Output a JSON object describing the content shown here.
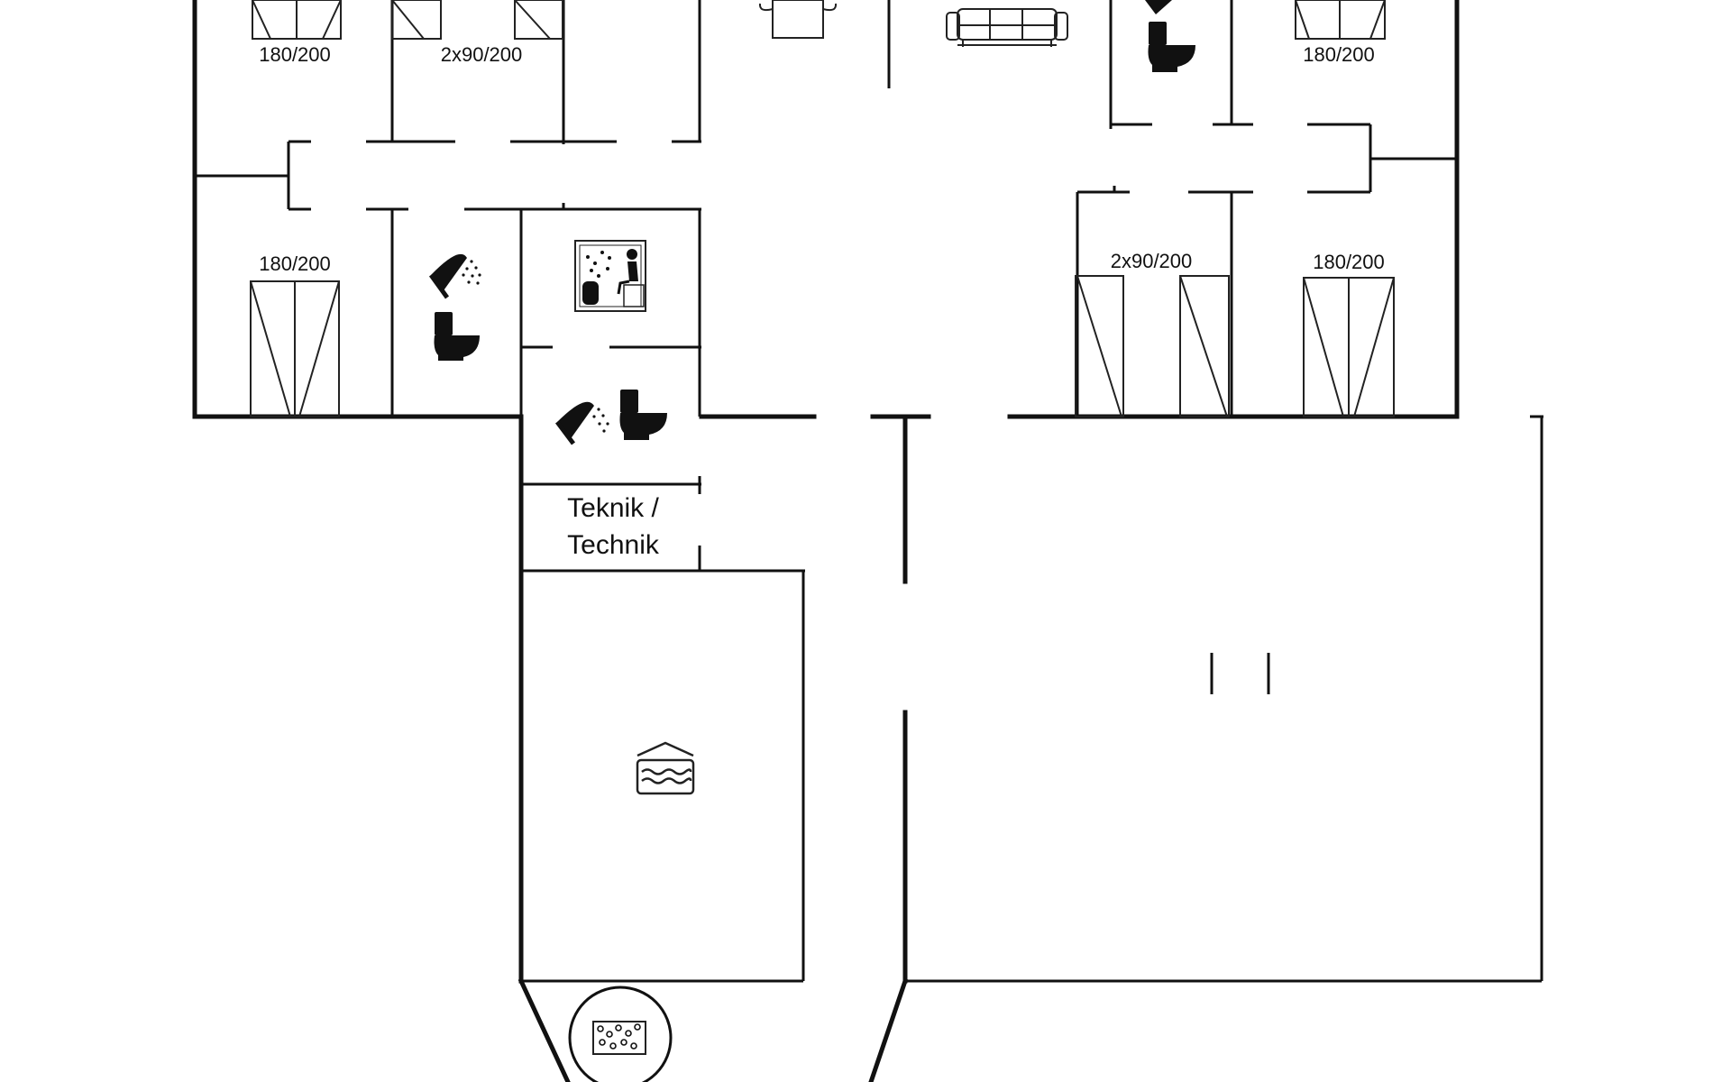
{
  "floorplan": {
    "colors": {
      "wall": "#111111",
      "thin": "#222222",
      "background": "#ffffff"
    },
    "labels": {
      "bed_tl": "180/200",
      "bed_twin_top": "2x90/200",
      "bed_tr": "180/200",
      "bed_left_mid": "180/200",
      "bed_twin_right": "2x90/200",
      "bed_right_mid": "180/200",
      "technik_line1": "Teknik /",
      "technik_line2": "Technik"
    },
    "icons": [
      "double-bed-icon",
      "twin-beds-icon",
      "stove-icon",
      "sofa-icon",
      "shower-icon",
      "toilet-icon",
      "sauna-icon",
      "pool-icon",
      "whirlpool-icon"
    ]
  }
}
